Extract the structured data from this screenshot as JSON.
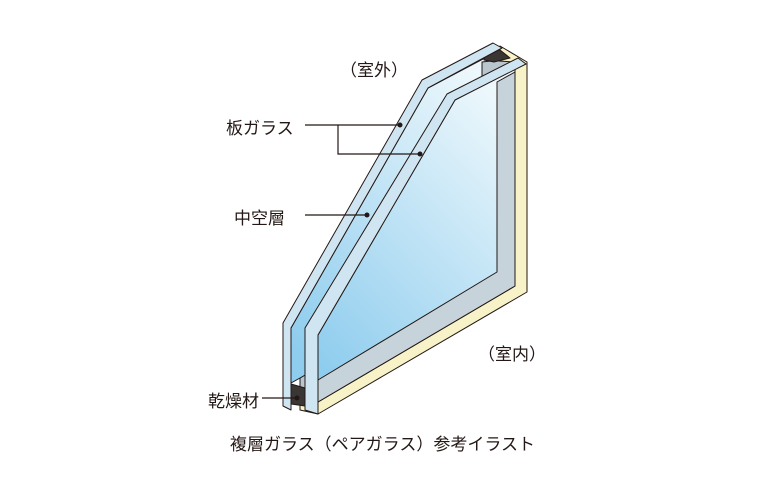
{
  "labels": {
    "outdoor": "（室外）",
    "indoor": "（室内）",
    "glass_pane": "板ガラス",
    "air_layer": "中空層",
    "desiccant": "乾燥材"
  },
  "caption": "複層ガラス（ペアガラス）参考イラスト",
  "colors": {
    "glass_edge": "#cfe6f2",
    "glass_face_top": "#e6f4fb",
    "glass_face_bottom": "#9fd4ef",
    "spacer": "#b9c6cd",
    "frame": "#f8f2c8",
    "desiccant": "#3a3634",
    "line": "#231815"
  }
}
